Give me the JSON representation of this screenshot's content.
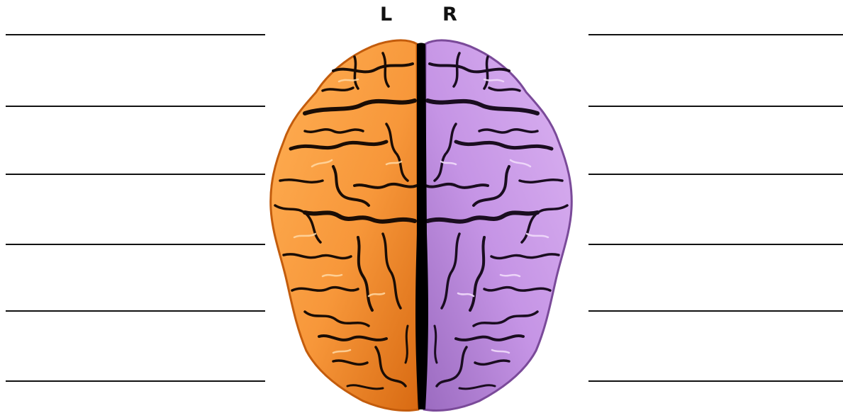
{
  "hemisphere_labels": {
    "left": "L",
    "right": "R"
  },
  "colors": {
    "left_hemisphere": "#f7973a",
    "left_hemisphere_dark": "#c35c0c",
    "right_hemisphere": "#c594e5",
    "right_hemisphere_dark": "#7a4a99",
    "sulci": "#1a0d05",
    "fissure": "#000000"
  },
  "answer_lines": {
    "left_count": 6,
    "right_count": 6,
    "values_left": [
      "",
      "",
      "",
      "",
      "",
      ""
    ],
    "values_right": [
      "",
      "",
      "",
      "",
      "",
      ""
    ]
  }
}
